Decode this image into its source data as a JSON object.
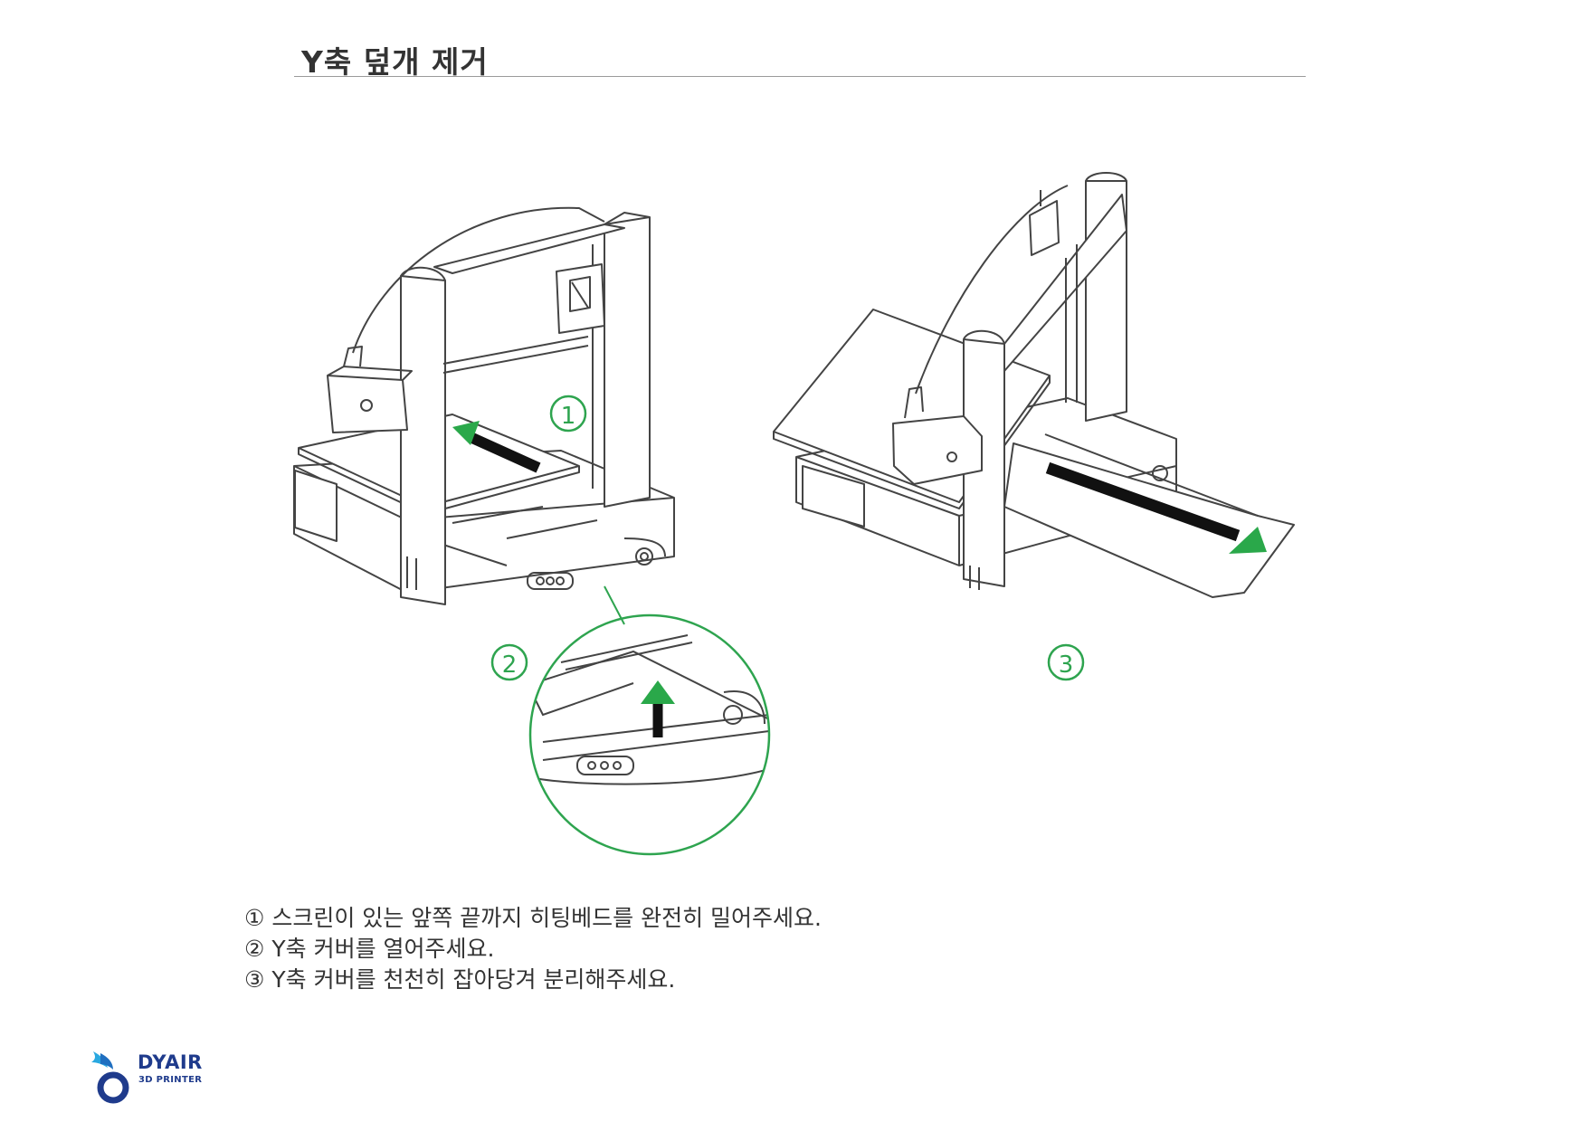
{
  "title": "Y축 덮개 제거",
  "callouts": {
    "step1": "①",
    "step2": "②",
    "step3": "③"
  },
  "instructions": [
    "① 스크린이 있는 앞쪽 끝까지 히팅베드를 완전히 밀어주세요.",
    "② Y축 커버를 열어주세요.",
    "③ Y축 커버를 천천히 잡아당겨 분리해주세요."
  ],
  "logo": {
    "name": "DYAIR",
    "tagline": "3D PRINTER"
  },
  "colors": {
    "accent_green": "#2ea44f",
    "arrow_green": "#2aa84a",
    "line": "#444444",
    "logo_blue": "#1f3b8c",
    "logo_cyan": "#29a8e0"
  },
  "icons": [
    "printer-front-drawing",
    "printer-side-drawing",
    "zoom-detail-circle",
    "dyair-logo-icon"
  ]
}
